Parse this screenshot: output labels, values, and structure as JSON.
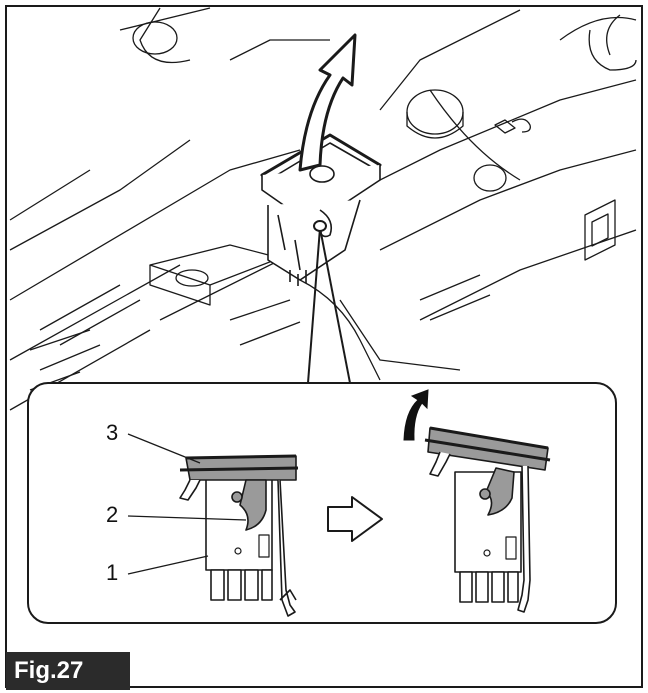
{
  "figure": {
    "label": "Fig.27",
    "callouts": [
      {
        "id": "3",
        "text": "3"
      },
      {
        "id": "2",
        "text": "2"
      },
      {
        "id": "1",
        "text": "1"
      }
    ]
  },
  "colors": {
    "line": "#1a1a1a",
    "fill_gray": "#9a9a9a",
    "label_bg": "#2b2b2b",
    "label_text": "#ffffff"
  }
}
